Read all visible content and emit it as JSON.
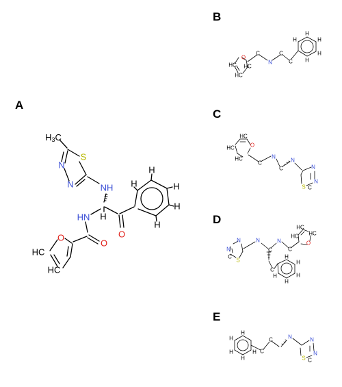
{
  "colors": {
    "carbon": "#000000",
    "nitrogen": "#3b4fd6",
    "oxygen": "#e0201a",
    "sulfur": "#b8b800"
  },
  "panels": {
    "A": {
      "label": "A",
      "atoms": {
        "ch3": "H3C",
        "s": "S",
        "n1": "N",
        "n2": "N",
        "nh1": "NH",
        "nh2": "HN",
        "h_chiral": "H",
        "o_ketone": "O",
        "o_amide": "O",
        "o_furan": "O",
        "hc1": "HC",
        "hc2": "HC",
        "ph_h1": "H",
        "ph_h2": "H",
        "ph_h3": "H",
        "ph_h4": "H",
        "ph_h5": "H"
      }
    },
    "B": {
      "label": "B",
      "atoms": {
        "o": "O",
        "n": "N",
        "c1": "C",
        "c2": "C",
        "c3": "C",
        "hc1": "HC",
        "hc2": "HC",
        "hc3": "HC",
        "ph_h1": "H",
        "ph_h2": "H",
        "ph_h3": "H",
        "ph_h4": "H",
        "ph_h5": "H"
      }
    },
    "C": {
      "label": "C",
      "atoms": {
        "o": "O",
        "n1": "N",
        "n2": "N",
        "c1": "C",
        "c2": "C",
        "hc1": "HC",
        "hc2": "HC",
        "hc3": "HC",
        "s": "S",
        "tn1": "N",
        "tn2": "N",
        "tc": "C"
      }
    },
    "D": {
      "label": "D",
      "atoms": {
        "o": "O",
        "n1": "N",
        "n2": "N",
        "c1": "C",
        "c2": "C",
        "c3": "C",
        "hc1": "HC",
        "hc2": "HC",
        "hc3": "HC",
        "s": "S",
        "tn1": "N",
        "tn2": "N",
        "tc": "C",
        "ph_h1": "H",
        "ph_h2": "H",
        "ph_h3": "H",
        "ph_h4": "H",
        "ph_h5": "H"
      }
    },
    "E": {
      "label": "E",
      "atoms": {
        "n": "N",
        "c1": "C",
        "c2": "C",
        "s": "S",
        "tn1": "N",
        "tn2": "N",
        "tc": "C",
        "ph_h1": "H",
        "ph_h2": "H",
        "ph_h3": "H",
        "ph_h4": "H",
        "ph_h5": "H"
      }
    }
  }
}
